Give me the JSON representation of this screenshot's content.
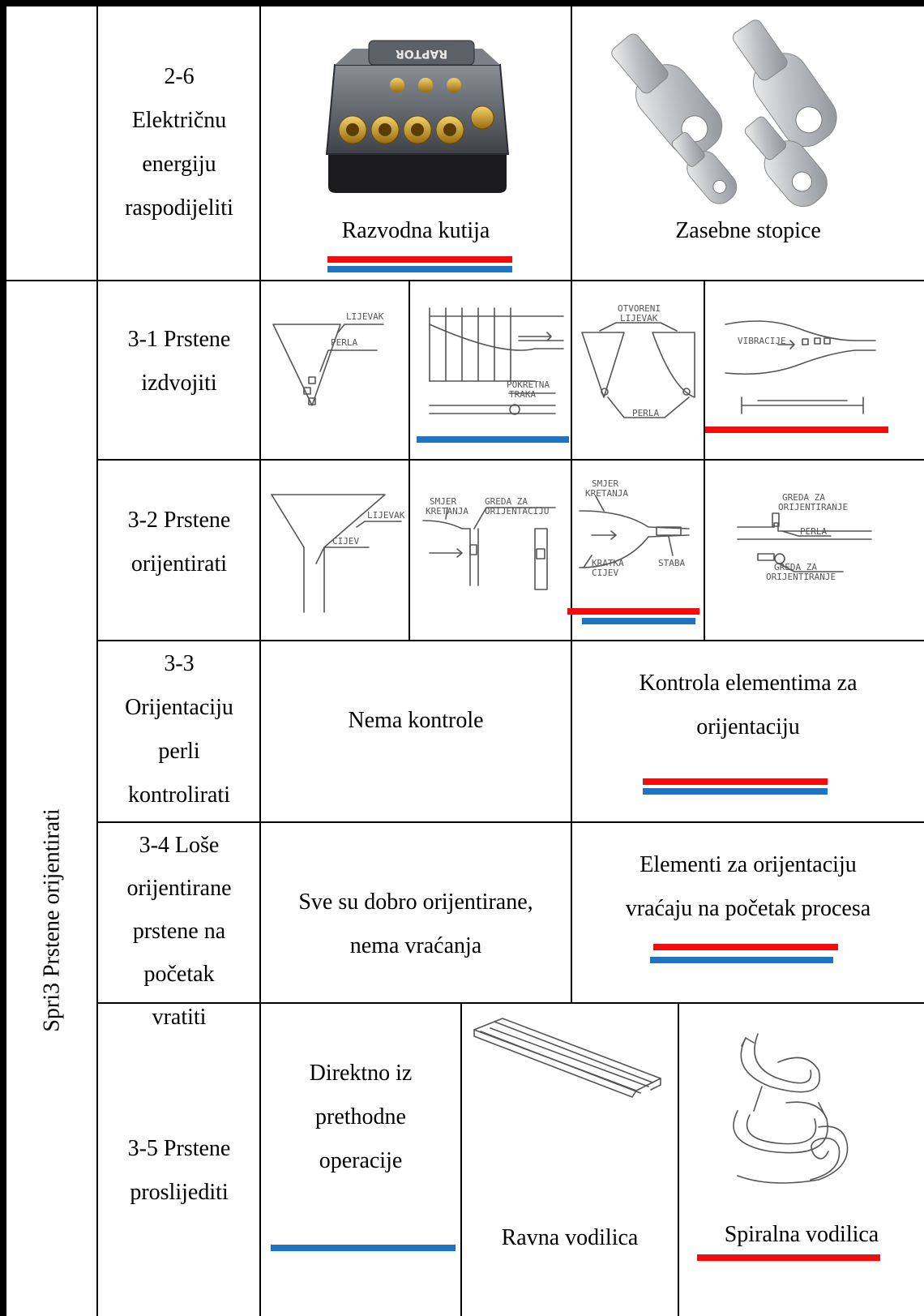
{
  "row1": {
    "function": "2-6\nElektričnu\nenergiju\nraspodijeliti",
    "opt1": "Razvodna kutija",
    "opt1_brand": "RAPTOR",
    "opt2": "Zasebne stopice"
  },
  "side_label": "Spri3 Prstene orijentirati",
  "row2": {
    "function": "3-1 Prstene\nizdvojiti",
    "sk1": [
      "LIJEVAK",
      "PERLA"
    ],
    "sk2": [
      "POKRETNA",
      "TRAKA"
    ],
    "sk3": [
      "OTVORENI",
      "LIJEVAK",
      "PERLA"
    ],
    "sk4": [
      "VIBRACIJE"
    ]
  },
  "row3": {
    "function": "3-2 Prstene\norijentirati",
    "sk1": [
      "LIJEVAK",
      "CIJEV"
    ],
    "sk2": [
      "SMJER",
      "KRETANJA",
      "GREDA ZA",
      "ORIJENTACIJU"
    ],
    "sk3": [
      "SMJER",
      "KRETANJA",
      "KRATKA",
      "CIJEV",
      "STABA"
    ],
    "sk4": [
      "GREDA ZA",
      "ORIJENTIRANJE",
      "PERLA",
      "GREDA ZA",
      "ORIJENTIRANJE"
    ]
  },
  "row4": {
    "function": "3-3\nOrijentaciju\nperli\nkontrolirati",
    "opt1": "Nema kontrole",
    "opt2": "Kontrola elementima za\norijentaciju"
  },
  "row5": {
    "function": "3-4 Loše\norijentirane\nprstene na\npočetak\nvratiti",
    "opt1": "Sve su dobro orijentirane,\nnema vraćanja",
    "opt2": "Elementi za orijentaciju\nvraćaju na početak procesa"
  },
  "row6": {
    "function": "3-5 Prstene\nproslijediti",
    "opt1": "Direktno iz\nprethodne\noperacije",
    "opt2": "Ravna vodilica",
    "opt3": "Spiralna vodilica"
  },
  "colors": {
    "red": "#f20c0c",
    "blue": "#1f73c3"
  }
}
